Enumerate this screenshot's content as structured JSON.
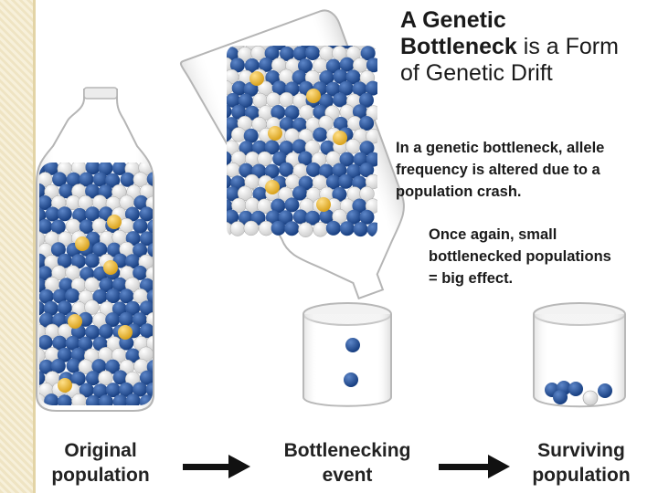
{
  "title": {
    "bold": "A Genetic Bottleneck",
    "rest": " is a Form of Genetic Drift"
  },
  "description": "In a genetic bottleneck, allele frequency is altered due to a population crash.",
  "note": "Once again, small bottlenecked populations = big effect.",
  "captions": {
    "original": "Original population",
    "event": "Bottlenecking event",
    "surviving": "Surviving population"
  },
  "colors": {
    "blue_allele": "#1f4f9a",
    "white_allele": "#f4f4f4",
    "yellow_allele": "#f2c23a",
    "arrow": "#111111"
  },
  "icons": [
    "bottle-original",
    "bottle-tipped",
    "jar-event",
    "jar-surviving",
    "arrow-right-icon"
  ]
}
